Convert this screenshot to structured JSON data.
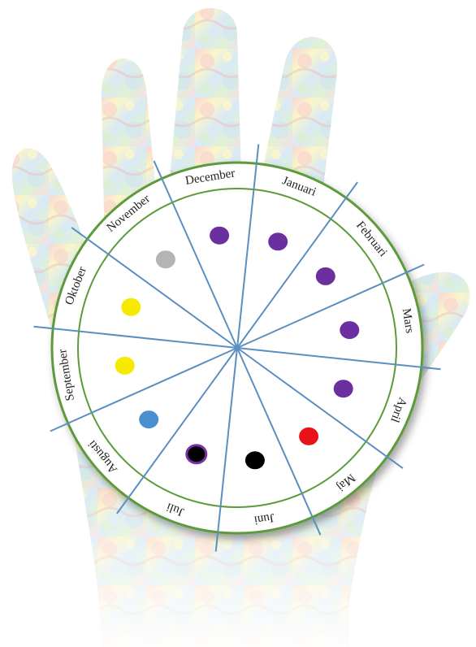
{
  "background": {
    "hand_icon": "colorful-hand-silhouette"
  },
  "wheel": {
    "line_color": "#5b8fc0",
    "ring_color": "#5c9a3a",
    "months": [
      {
        "name": "Januari",
        "dot_color": "#6b2fa0"
      },
      {
        "name": "Februari",
        "dot_color": "#6b2fa0"
      },
      {
        "name": "Mars",
        "dot_color": "#6b2fa0"
      },
      {
        "name": "April",
        "dot_color": "#6b2fa0"
      },
      {
        "name": "Maj",
        "dot_color": "#e8121b"
      },
      {
        "name": "Juni",
        "dot_color": "#000000"
      },
      {
        "name": "Juli",
        "dot_color": "#000000",
        "dot_outline": "#7a2fa8"
      },
      {
        "name": "Augusti",
        "dot_color": "#4a90d0"
      },
      {
        "name": "September",
        "dot_color": "#f5ea00"
      },
      {
        "name": "Oktober",
        "dot_color": "#f5ea00"
      },
      {
        "name": "November",
        "dot_color": "#b4b4b4"
      },
      {
        "name": "December",
        "dot_color": "#6b2fa0"
      }
    ]
  }
}
